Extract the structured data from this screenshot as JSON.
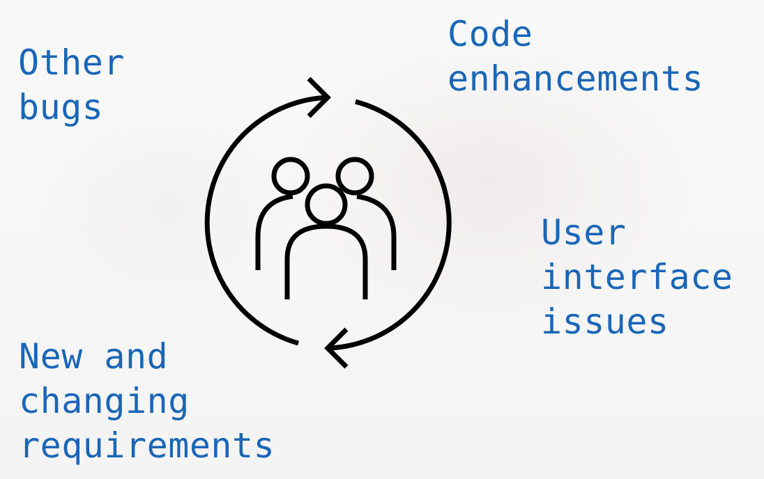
{
  "labels": {
    "other_bugs": [
      "Other",
      "bugs"
    ],
    "code_enhancements": [
      "Code",
      "enhancements"
    ],
    "user_interface_issues": [
      "User",
      "interface",
      "issues"
    ],
    "new_changing_requirements": [
      "New and",
      "changing",
      "requirements"
    ]
  },
  "icons": {
    "center": "team-people-icon",
    "cycle": "refresh-cycle-icon"
  },
  "colors": {
    "label_text": "#1a66b8",
    "icon_stroke": "#000000",
    "background": "#f7f7f7"
  }
}
